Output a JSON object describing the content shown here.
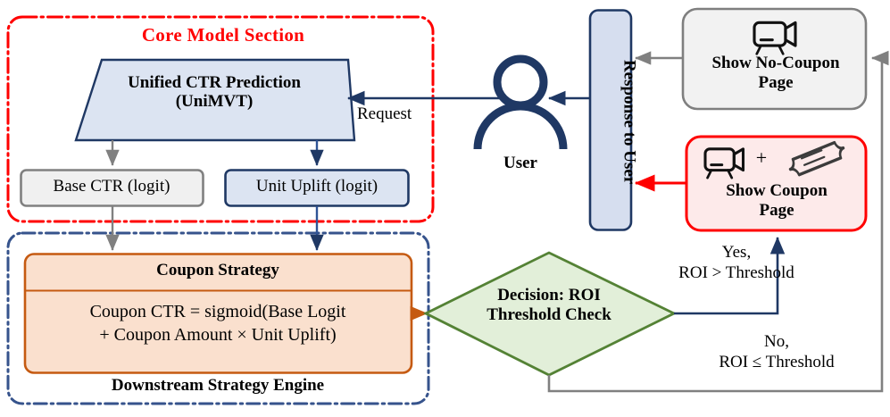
{
  "sections": {
    "core": {
      "title": "Core Model Section",
      "color": "#FF0000"
    },
    "downstream": {
      "title": "Downstream Strategy Engine",
      "color": "#36538C"
    }
  },
  "nodes": {
    "model": {
      "label": "Unified CTR Prediction\n(UniMVT)",
      "line1": "Unified CTR Prediction",
      "line2": "(UniMVT)",
      "fill": "#DCE4F2",
      "stroke": "#1F3864"
    },
    "base_ctr": {
      "label": "Base CTR (logit)",
      "fill": "#F0F0F0",
      "stroke": "#808080"
    },
    "unit_uplift": {
      "label": "Unit Uplift (logit)",
      "fill": "#DCE4F2",
      "stroke": "#1F3864"
    },
    "coupon_strategy": {
      "header": "Coupon Strategy",
      "formula_line1": "Coupon CTR  =  sigmoid(Base Logit",
      "formula_line2": "+ Coupon Amount  ×  Unit Uplift)",
      "fill": "#FAE0CE",
      "stroke": "#C55A11"
    },
    "user": {
      "label": "User",
      "color": "#1F3864"
    },
    "response": {
      "label": "Response to User",
      "fill": "#D6DEEF",
      "stroke": "#1F3864"
    },
    "no_coupon_page": {
      "line1": "Show No-Coupon",
      "line2": "Page",
      "fill": "#F2F2F2",
      "stroke": "#7F7F7F"
    },
    "coupon_page": {
      "line1": "Show Coupon",
      "line2": "Page",
      "fill": "#FDEAEA",
      "stroke": "#FF0000",
      "plus": "+"
    },
    "decision": {
      "line1": "Decision: ROI",
      "line2": "Threshold Check",
      "fill": "#E2EFD9",
      "stroke": "#548235"
    }
  },
  "edges": {
    "request": "Request",
    "yes_line1": "Yes,",
    "yes_line2": "ROI  >  Threshold",
    "no_line1": "No,",
    "no_line2": "ROI ≤ Threshold"
  },
  "icons": {
    "projector": "projector-icon",
    "ticket": "ticket-icon",
    "user": "user-icon"
  }
}
